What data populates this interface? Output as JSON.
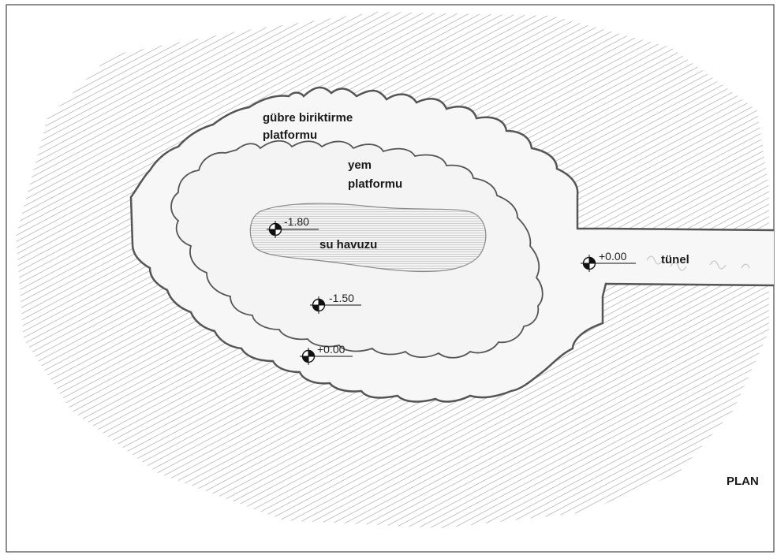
{
  "labels": {
    "manure_platform_line1": "gübre biriktirme",
    "manure_platform_line2": "platformu",
    "feed_platform_line1": "yem",
    "feed_platform_line2": "platformu",
    "water_pool": "su havuzu",
    "tunnel": "tünel",
    "plan": "PLAN"
  },
  "levels": {
    "pool": "-1.80",
    "inner_floor": "-1.50",
    "outer_floor": "+0.00",
    "tunnel": "+0.00"
  },
  "colors": {
    "outline": "#555555",
    "hatch": "#8a8a8a",
    "fill": "#f7f7f7",
    "frame": "#222222"
  }
}
